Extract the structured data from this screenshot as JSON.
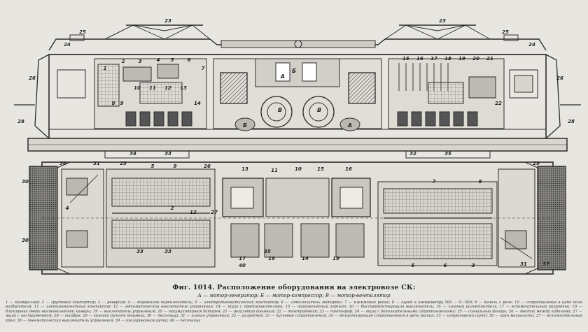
{
  "figure": {
    "caption": "Фиг. 1014. Расположение оборудования на электровозе СК:",
    "legend_short": "А — мотор-генератор; Б — мотор-компрессор; В — мотор-вентилятор",
    "legend": "1 — контроллер; 2 — групповой контактор; 3 — реверсор; 4 — тормозной переключатель; 5 — электропневматический контактор; 6 — «отключатель моторов»; 7 — клеммовые рейки; 8 — шунт к амперметру 500 — 0—500; 9 — панель с реле; 10 — сопротивление в цепи поля возбудителя; 11 — электромагнитный контактор; 12 — автоматический выключатель управления; 14 — ящик с предохранителями; 15 — низковольтный агрегат; 16 — быстродействующий выключатель; 16 — главный разъединитель; 17 — вспомогательный разрядник; 18 — блокировка двери высоковольтной камеры; 19 — выключатель управления; 20 — аккумуляторная батарея; 21 — регулятор давления; 22 — токоприёмник; 23 — пантограф; 24 — ящик с дополнительными сопротивлениями; 25 — сигнальный фонарь; 26 — мостик между кабинами; 27 — ящик с инструментом; 28 — тайфун; 29 — колонка ручного тормоза; 30 — песочница; 31 — клапан управления; 32 — разрядник; 33 — пусковые сопротивления; 34 — дешунтирующие сопротивления в цепи машин; 35 — индуктивный шунт; 36 — кран машиниста; 37 — вспомогательный кран; 38 — пневматический выключатель управления; 39 — изолированная ручка; 40 — песочница"
  },
  "labels": {
    "side": [
      "23",
      "23",
      "25",
      "25",
      "24",
      "24",
      "28",
      "28",
      "26",
      "26",
      "1",
      "2",
      "3",
      "4",
      "5",
      "6",
      "7",
      "8",
      "9",
      "10",
      "11",
      "12",
      "13",
      "14",
      "15",
      "16",
      "17",
      "18",
      "19",
      "20",
      "21",
      "22",
      "32",
      "33",
      "34",
      "35"
    ],
    "letters": [
      "А",
      "Б",
      "В",
      "В",
      "Б",
      "А"
    ],
    "plan": [
      "36",
      "31",
      "30",
      "30",
      "4",
      "5",
      "9",
      "25",
      "26",
      "27",
      "2",
      "12",
      "13",
      "11",
      "10",
      "15",
      "16",
      "17",
      "18",
      "14",
      "19",
      "33",
      "33",
      "35",
      "40",
      "29",
      "37",
      "31",
      "5",
      "6",
      "3",
      "7",
      "8"
    ]
  }
}
